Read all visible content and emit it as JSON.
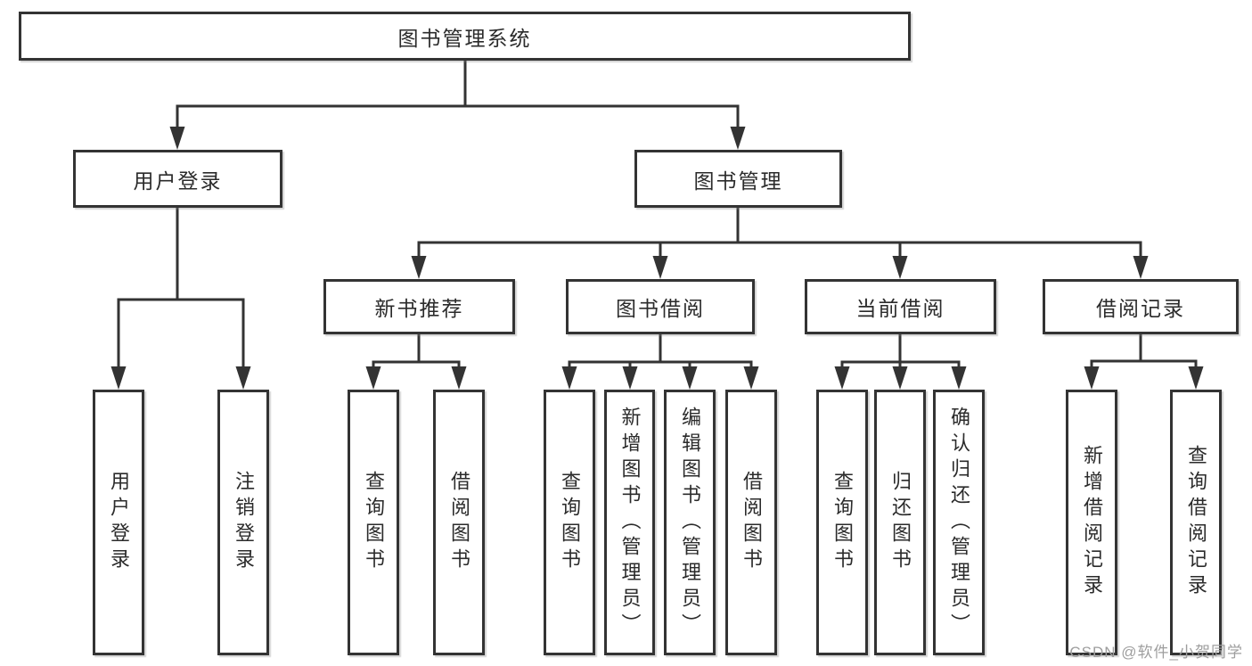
{
  "diagram": {
    "title": "图书管理系统",
    "nodes": {
      "root": {
        "label": "图书管理系统"
      },
      "level2": [
        {
          "label": "用户登录"
        },
        {
          "label": "图书管理"
        }
      ],
      "level3": [
        {
          "label": "新书推荐"
        },
        {
          "label": "图书借阅"
        },
        {
          "label": "当前借阅"
        },
        {
          "label": "借阅记录"
        }
      ],
      "leaves": [
        {
          "label": "用户登录",
          "parent": "用户登录"
        },
        {
          "label": "注销登录",
          "parent": "用户登录"
        },
        {
          "label": "查询图书",
          "parent": "新书推荐"
        },
        {
          "label": "借阅图书",
          "parent": "新书推荐"
        },
        {
          "label": "查询图书",
          "parent": "图书借阅"
        },
        {
          "label": "新增图书（管理员）",
          "parent": "图书借阅"
        },
        {
          "label": "编辑图书（管理员）",
          "parent": "图书借阅"
        },
        {
          "label": "借阅图书",
          "parent": "图书借阅"
        },
        {
          "label": "查询图书",
          "parent": "当前借阅"
        },
        {
          "label": "归还图书",
          "parent": "当前借阅"
        },
        {
          "label": "确认归还（管理员）",
          "parent": "当前借阅"
        },
        {
          "label": "新增借阅记录",
          "parent": "借阅记录"
        },
        {
          "label": "查询借阅记录",
          "parent": "借阅记录"
        }
      ]
    },
    "colors": {
      "line": "#333333",
      "box_border": "#333333",
      "text": "#2b2b2b",
      "background": "#ffffff",
      "watermark": "#9e9e9e"
    }
  },
  "watermark": {
    "text": "CSDN @软件_小贺同学"
  }
}
